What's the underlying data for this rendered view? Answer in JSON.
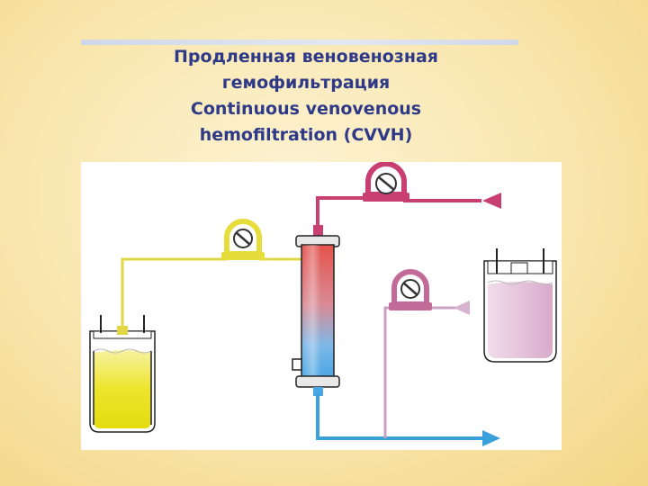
{
  "title": {
    "line1": "Продленная веновенозная",
    "line2": "гемофильтрация",
    "line3": "Continuous venovenous",
    "line4": "hemofiltration (CVVH)"
  },
  "colors": {
    "background": "#f7e1a0",
    "title_text": "#2e3a88",
    "arterial_line": "#c83f72",
    "replacement_fluid": "#e8c2dc",
    "replacement_line": "#c9a0bd",
    "filtrate_fluid": "#e9e51d",
    "filtrate_line": "#e1d645",
    "venous_return": "#3aa0dc",
    "filter_top": "#e55a52",
    "filter_bottom": "#58aee6"
  },
  "diagram": {
    "components": [
      "blood-pump",
      "ultrafiltrate-pump",
      "replacement-fluid-pump",
      "hemofilter",
      "filtrate-bag",
      "replacement-fluid-bag",
      "blood-inlet-arrow",
      "replacement-arrow",
      "blood-outlet-arrow"
    ]
  }
}
